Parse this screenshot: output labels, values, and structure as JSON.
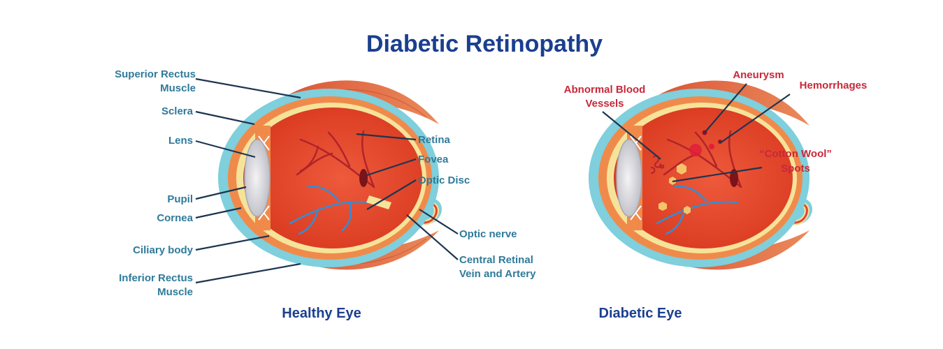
{
  "title": "Diabetic Retinopathy",
  "healthy": {
    "caption": "Healthy Eye",
    "labels": {
      "superior_rectus_1": "Superior Rectus",
      "superior_rectus_2": "Muscle",
      "sclera": "Sclera",
      "lens": "Lens",
      "pupil": "Pupil",
      "cornea": "Cornea",
      "ciliary_body": "Ciliary body",
      "inferior_rectus_1": "Inferior Rectus",
      "inferior_rectus_2": "Muscle",
      "retina": "Retina",
      "fovea": "Fovea",
      "optic_disc": "Optic Disc",
      "optic_nerve": "Optic nerve",
      "central_retinal_1": "Central Retinal",
      "central_retinal_2": "Vein and Artery"
    }
  },
  "diabetic": {
    "caption": "Diabetic Eye",
    "labels": {
      "abnormal_vessels_1": "Abnormal Blood",
      "abnormal_vessels_2": "Vessels",
      "aneurysm": "Aneurysm",
      "hemorrhages": "Hemorrhages",
      "cotton_wool_1": "“Cotton Wool”",
      "cotton_wool_2": "Spots"
    }
  },
  "colors": {
    "title": "#1b3f8f",
    "label_blue": "#2f7a9a",
    "label_red": "#c8283a",
    "leader": "#1d3550",
    "sclera_outer": "#7fcfdc",
    "choroid": "#f08a4b",
    "retina_layer": "#f6e39a",
    "vitreous": "#e2462f",
    "muscle": "#e0603c",
    "lens": "#d9d9de",
    "iris": "#2a6fc7",
    "vessel_red": "#b0242a",
    "vessel_blue": "#2f8fd8"
  }
}
